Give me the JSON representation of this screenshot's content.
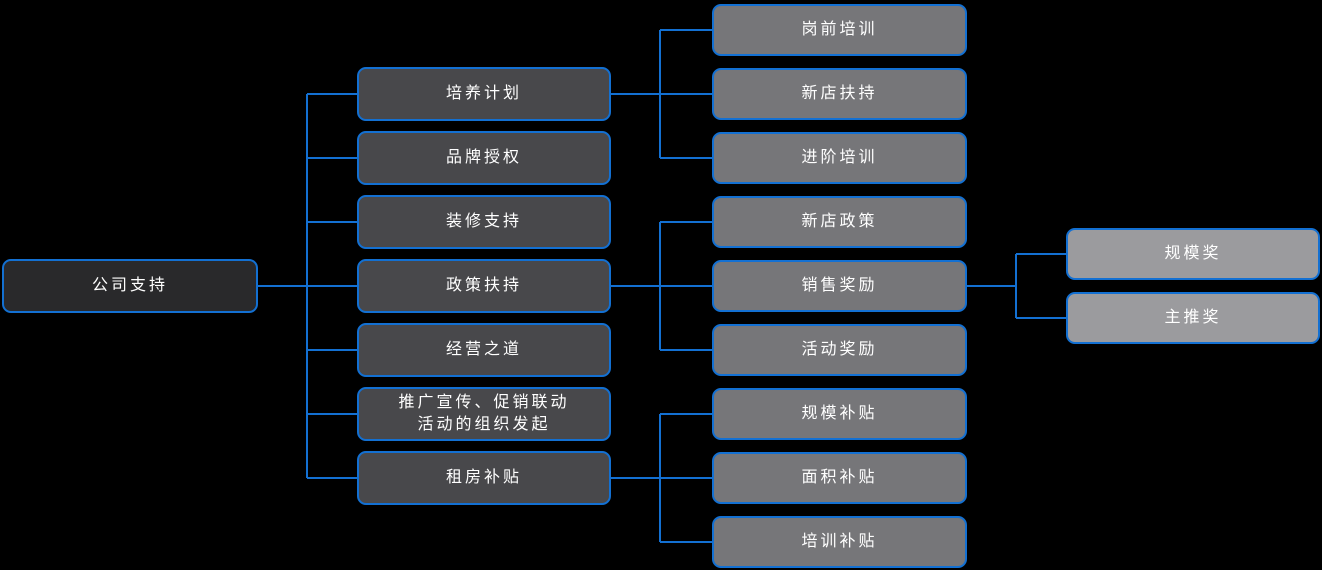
{
  "colors": {
    "background": "#000000",
    "connector": "#1370d2",
    "node_border": "#1370d2",
    "root_fill": "#29292b",
    "level2_fill": "#48484b",
    "level3_fill": "#767679",
    "level4_fill": "#9b9b9e",
    "text": "#ffffff"
  },
  "tree": {
    "root": {
      "label": "公司支持",
      "children": [
        {
          "label": "培养计划",
          "children": [
            {
              "label": "岗前培训"
            },
            {
              "label": "新店扶持"
            },
            {
              "label": "进阶培训"
            }
          ]
        },
        {
          "label": "品牌授权"
        },
        {
          "label": "装修支持"
        },
        {
          "label": "政策扶持",
          "children": [
            {
              "label": "新店政策"
            },
            {
              "label": "销售奖励",
              "children": [
                {
                  "label": "规模奖"
                },
                {
                  "label": "主推奖"
                }
              ]
            },
            {
              "label": "活动奖励"
            }
          ]
        },
        {
          "label": "经营之道"
        },
        {
          "label": "推广宣传、促销联动\n活动的组织发起"
        },
        {
          "label": "租房补贴",
          "children": [
            {
              "label": "规模补贴"
            },
            {
              "label": "面积补贴"
            },
            {
              "label": "培训补贴"
            }
          ]
        }
      ]
    }
  }
}
